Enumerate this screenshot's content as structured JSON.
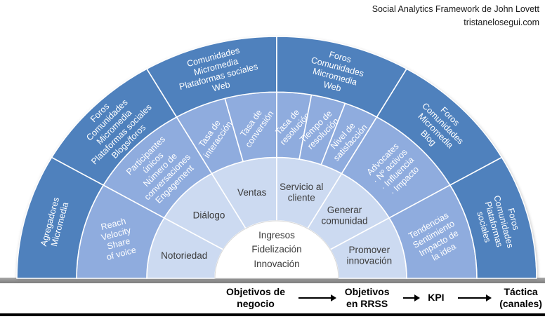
{
  "header": {
    "title": "Social Analytics Framework de John Lovett",
    "subtitle": "tristanelosegui.com"
  },
  "chart_data": {
    "type": "half-sunburst",
    "title": "Social Analytics Framework de John Lovett",
    "subtitle": "tristanelosegui.com",
    "center_label": "Ingresos\nFidelización\nInnovación",
    "colors": {
      "ring_objetivos": "#CCDAF1",
      "ring_kpi": "#8FACDE",
      "ring_tactica": "#4F81BD",
      "center": "#FFFFFF",
      "ring_objetivos_text": "#3B3B3B",
      "ring_light_text": "#FFFFFF",
      "baseline_bar": "#8A8A8A",
      "bottom_line": "#000000"
    },
    "rings": [
      {
        "name": "Objetivos en RRSS",
        "sectors": [
          {
            "lines": [
              "Notoriedad"
            ],
            "span_deg": 30
          },
          {
            "lines": [
              "Diálogo"
            ],
            "span_deg": 30
          },
          {
            "lines": [
              "Ventas"
            ],
            "span_deg": 30
          },
          {
            "lines": [
              "Servicio al",
              "cliente"
            ],
            "span_deg": 30
          },
          {
            "lines": [
              "Generar",
              "comunidad"
            ],
            "span_deg": 30
          },
          {
            "lines": [
              "Promover",
              "innovación"
            ],
            "span_deg": 30
          }
        ]
      },
      {
        "name": "KPI",
        "sectors": [
          {
            "lines": [
              "Reach",
              "Velocity",
              "Share",
              "of voice"
            ],
            "span_deg": 30
          },
          {
            "lines": [
              "Participantes",
              "únicos",
              "Número de",
              "conversaciones",
              "Engagement"
            ],
            "span_deg": 30
          },
          {
            "lines": [
              "Tasa de",
              "interacción"
            ],
            "span_deg": 15
          },
          {
            "lines": [
              "Tasa de",
              "conversión"
            ],
            "span_deg": 15
          },
          {
            "lines": [
              "Tasa de",
              "resolución"
            ],
            "span_deg": 10
          },
          {
            "lines": [
              "Tiempo de",
              "resolución"
            ],
            "span_deg": 10
          },
          {
            "lines": [
              "Nivel de",
              "satisfacción"
            ],
            "span_deg": 10
          },
          {
            "lines": [
              "Advocates",
              "· Nº activos",
              "· Influencia",
              "· Impacto"
            ],
            "span_deg": 30
          },
          {
            "lines": [
              "Tendencias",
              "Sentimiento",
              "Impacto de",
              "la idea"
            ],
            "span_deg": 30
          }
        ]
      },
      {
        "name": "Táctica (canales)",
        "sectors": [
          {
            "lines": [
              "Agregadores",
              "Micromedia"
            ],
            "span_deg": 30
          },
          {
            "lines": [
              "Foros",
              "Comunidades",
              "Micromedia",
              "Plataformas sociales",
              "Blogs/foros"
            ],
            "span_deg": 30
          },
          {
            "lines": [
              "Comunidades",
              "Micromedia",
              "Plataformas sociales",
              "Web"
            ],
            "span_deg": 30
          },
          {
            "lines": [
              "Foros",
              "Comunidades",
              "Micromedia",
              "Web"
            ],
            "span_deg": 30
          },
          {
            "lines": [
              "Foros",
              "Comunidades",
              "Micromedia",
              "Blog"
            ],
            "span_deg": 30
          },
          {
            "lines": [
              "Foros",
              "Comunidades",
              "Plataformas",
              "sociales"
            ],
            "span_deg": 30
          }
        ]
      }
    ],
    "axis": {
      "steps": [
        "Objetivos de\nnegocio",
        "Objetivos\nen RRSS",
        "KPI",
        "Táctica\n(canales)"
      ]
    }
  }
}
